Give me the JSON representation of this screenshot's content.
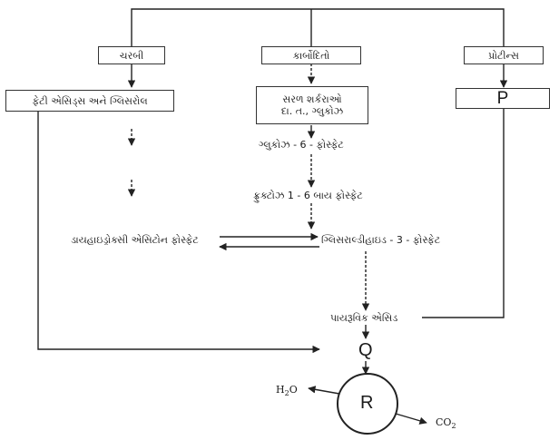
{
  "sources": {
    "fat": "ચરબી",
    "carbohydrate": "કાર્બોદિતો",
    "protein": "પ્રોટીન્સ"
  },
  "fatty_acids_glycerol": "ફેટી એસિડ્સ અને ગ્લિસરોલ",
  "simple_sugar_line1": "સરળ શર્કરાઓ",
  "simple_sugar_line2": "દા. ત., ગ્લુકોઝ",
  "glucose_6_phosphate": "ગ્લુકોઝ - 6 - ફોસ્ફેટ",
  "fructose_bisphosphate": "ફ્રુક્ટોઝ 1 - 6 બાય ફોસ્ફેટ",
  "dihydroxyacetone_phosphate": "ડાયહાઇડ્રોક્સી એસિટોન ફોસ્ફેટ",
  "glyceraldehyde_3_phosphate": "ગ્લિસરાલ્ડીહાઇડ - 3 - ફોસ્ફેટ",
  "pyruvic_acid": "પાયરૂવિક એસિડ",
  "P": "P",
  "Q": "Q",
  "R": "R",
  "h2o": {
    "base": "H",
    "sub": "2",
    "tail": "O"
  },
  "co2": {
    "base": "CO",
    "sub": "2"
  }
}
